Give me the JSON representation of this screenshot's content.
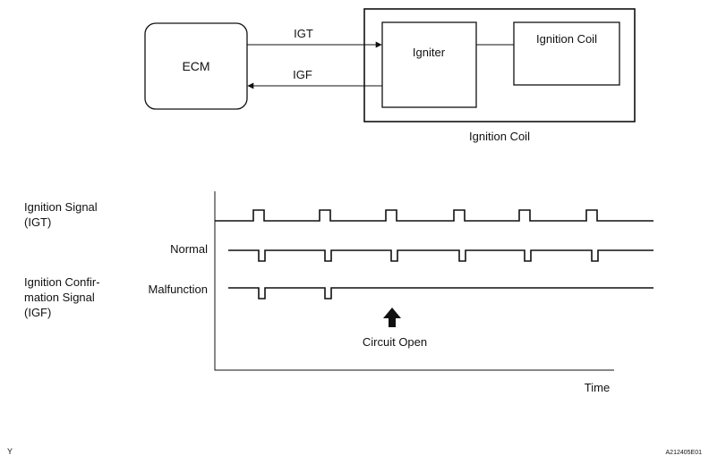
{
  "block_diagram": {
    "ecm_label": "ECM",
    "igniter_label": "Igniter",
    "coil_label": "Ignition Coil",
    "assembly_label": "Ignition Coil",
    "igt_arrow_label": "IGT",
    "igf_arrow_label": "IGF"
  },
  "timing_chart": {
    "igt_row_label": [
      "Ignition Signal",
      "(IGT)"
    ],
    "igf_row_label": [
      "Ignition Confir-",
      "mation Signal",
      "(IGF)"
    ],
    "normal_label": "Normal",
    "malfunction_label": "Malfunction",
    "circuit_open_label": "Circuit Open",
    "time_axis_label": "Time"
  },
  "corner_marks": {
    "left": "Y",
    "right": "A212405E01"
  }
}
